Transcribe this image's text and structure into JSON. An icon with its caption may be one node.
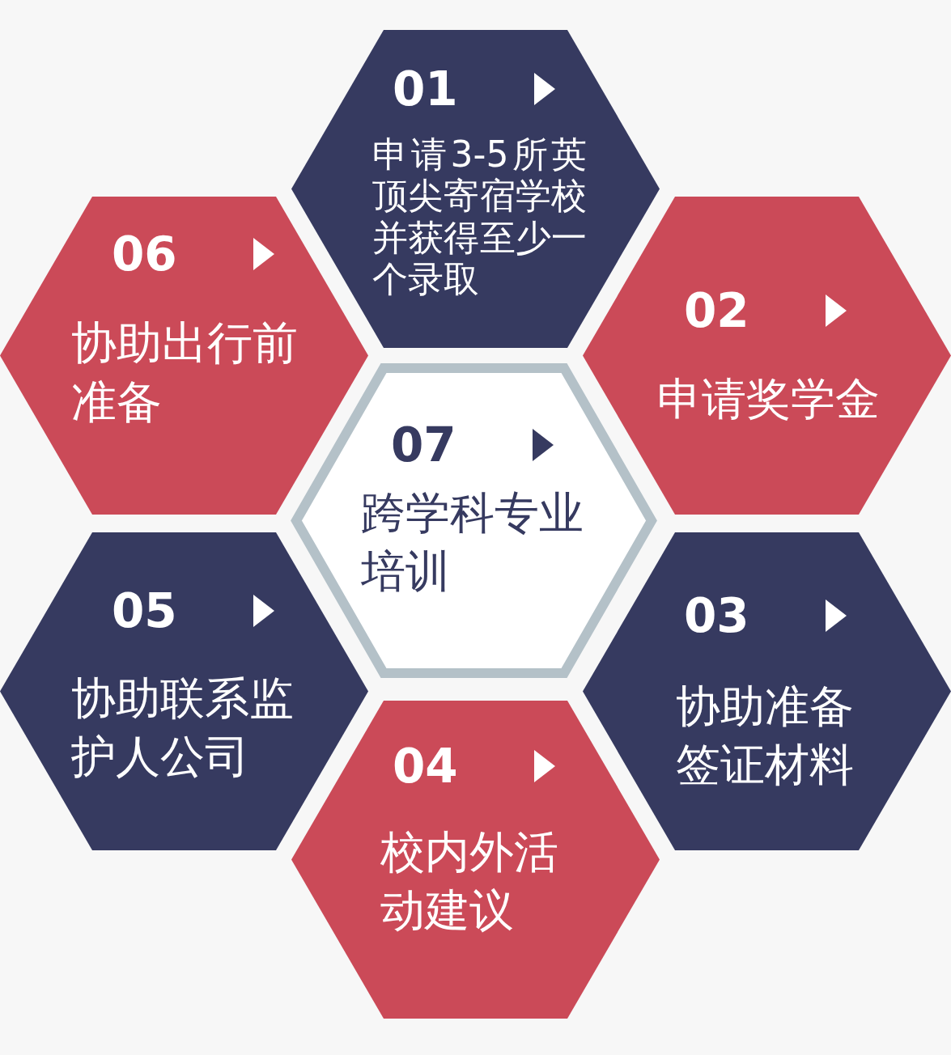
{
  "diagram": {
    "nodes": [
      {
        "text": [
          "01",
          "申请3-5所英顶尖寄宿学校并获得至少一个录取"
        ]
      },
      {
        "text": [
          "06",
          "协助出行前准备"
        ]
      },
      {
        "text": [
          "02",
          "申请奖学金"
        ]
      },
      {
        "text": [
          "07",
          "跨学科专业培训"
        ]
      },
      {
        "text": [
          "05",
          "协助联系监护人公司"
        ]
      },
      {
        "text": [
          "03",
          "协助准备签证材料"
        ]
      },
      {
        "text": [
          "04",
          "校内外活动建议"
        ]
      }
    ]
  }
}
